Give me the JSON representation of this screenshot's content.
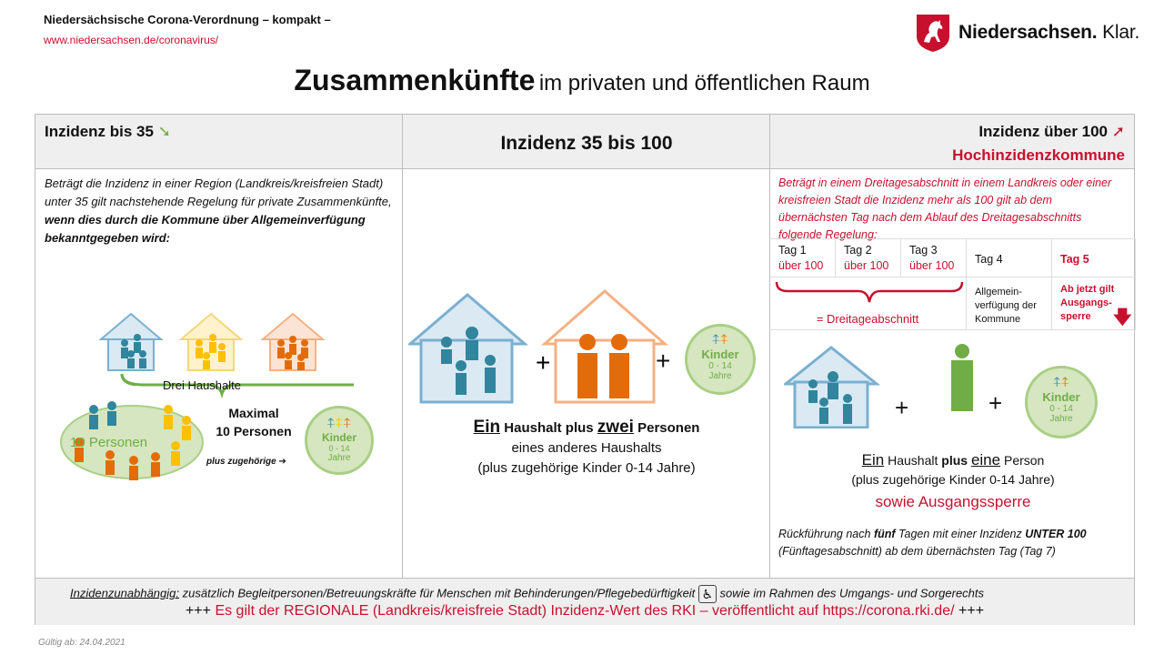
{
  "header": {
    "title": "Niedersächsische Corona-Verordnung – kompakt –",
    "url": "www.niedersachsen.de/coronavirus/",
    "logo_text": "Niedersachsen.",
    "logo_claim": "Klar."
  },
  "main_title": {
    "big": "Zusammenkünfte",
    "small": "im privaten und öffentlichen Raum"
  },
  "columns": {
    "col1": {
      "heading": "Inzidenz bis 35",
      "arrow": "➘",
      "text_plain": "Beträgt die Inzidenz in einer Region (Landkreis/kreisfreien Stadt) unter 35 gilt nachstehende Regelung für private Zusammenkünfte,",
      "text_bold": "wenn dies durch die Kommune über Allgemeinverfügung bekanntgegeben wird:",
      "drei_haushalte": "Drei Haushalte",
      "persons_oval": "10 Personen",
      "maximal_line1": "Maximal",
      "maximal_line2": "10 Personen",
      "plus_zugehoerige": "plus zugehörige",
      "arrow_right": "➔",
      "kinder": "Kinder",
      "kinder_age": "0 - 14",
      "kinder_jahre": "Jahre"
    },
    "col2": {
      "heading": "Inzidenz 35 bis 100",
      "plus": "+",
      "kinder": "Kinder",
      "kinder_age": "0 - 14",
      "kinder_jahre": "Jahre",
      "ein": "Ein",
      "haushalt_plus": "Haushalt plus",
      "zwei": "zwei",
      "personen": "Personen",
      "line2": "eines anderes Haushalts",
      "line3": "(plus zugehörige Kinder 0-14 Jahre)"
    },
    "col3": {
      "heading": "Inzidenz über 100",
      "arrow": "➚",
      "subheading": "Hochinzidenzkommune",
      "text": "Beträgt in einem Dreitagesabschnitt in einem Landkreis oder einer kreisfreien Stadt die Inzidenz mehr als 100 gilt ab dem übernächsten Tag nach dem Ablauf des Dreitagesabschnitts folgende Regelung:",
      "days": [
        {
          "label": "Tag 1",
          "value": "über 100"
        },
        {
          "label": "Tag 2",
          "value": "über 100"
        },
        {
          "label": "Tag 3",
          "value": "über 100"
        },
        {
          "label": "Tag 4",
          "value": ""
        },
        {
          "label": "Tag 5",
          "value": ""
        }
      ],
      "tag4_note": "Allgemein-verfügung der Kommune",
      "tag5_note": "Ab jetzt gilt Ausgangs-sperre",
      "down_arrow": "🡇",
      "dreitage": "= Dreitageabschnitt",
      "plus": "+",
      "kinder": "Kinder",
      "kinder_age": "0 - 14",
      "kinder_jahre": "Jahre",
      "ein": "Ein",
      "haushalt_plus": "Haushalt",
      "plus_word": "plus",
      "eine": "eine",
      "person": "Person",
      "line2": "(plus zugehörige Kinder 0-14 Jahre)",
      "sowie": "sowie Ausgangssperre",
      "rueck_a": "Rückführung nach",
      "rueck_fuenf": "fünf",
      "rueck_b": "Tagen mit einer Inzidenz",
      "rueck_unter": "UNTER 100",
      "rueck_c": "(Fünftagesabschnitt) ab dem übernächsten Tag (Tag 7)"
    }
  },
  "footer": {
    "label": "Inzidenzunabhängig:",
    "text1": "zusätzlich Begleitpersonen/Betreuungskräfte für Menschen mit Behinderungen/Pflegebedürftigkeit",
    "wheelchair": "♿",
    "text2": "sowie im Rahmen des Umgangs- und Sorgerechts",
    "plus_prefix": "+++",
    "regional": "Es gilt der REGIONALE (Landkreis/kreisfreie Stadt) Inzidenz-Wert des RKI – veröffentlicht auf",
    "rki_url": "https://corona.rki.de/",
    "plus_suffix": "+++"
  },
  "valid": "Gültig ab: 24.04.2021",
  "colors": {
    "red": "#c8102e",
    "green": "#70ad47",
    "blue_person": "#31859c",
    "orange_person": "#e36c0a",
    "yellow_person": "#ffc000"
  }
}
